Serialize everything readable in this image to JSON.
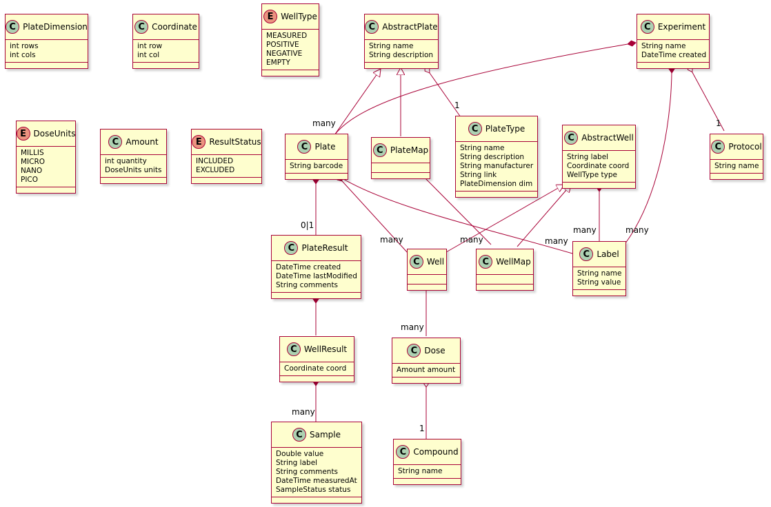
{
  "classes": {
    "PlateDimension": {
      "name": "PlateDimension",
      "stereotype": "C",
      "attributes": [
        "int rows",
        "int cols"
      ]
    },
    "Coordinate": {
      "name": "Coordinate",
      "stereotype": "C",
      "attributes": [
        "int row",
        "int col"
      ]
    },
    "WellType": {
      "name": "WellType",
      "stereotype": "E",
      "attributes": [
        "MEASURED",
        "POSITIVE",
        "NEGATIVE",
        "EMPTY"
      ]
    },
    "AbstractPlate": {
      "name": "AbstractPlate",
      "stereotype": "C",
      "attributes": [
        "String name",
        "String description"
      ]
    },
    "Experiment": {
      "name": "Experiment",
      "stereotype": "C",
      "attributes": [
        "String name",
        "DateTime created"
      ]
    },
    "DoseUnits": {
      "name": "DoseUnits",
      "stereotype": "E",
      "attributes": [
        "MILLIS",
        "MICRO",
        "NANO",
        "PICO"
      ]
    },
    "Amount": {
      "name": "Amount",
      "stereotype": "C",
      "attributes": [
        "int quantity",
        "DoseUnits units"
      ]
    },
    "ResultStatus": {
      "name": "ResultStatus",
      "stereotype": "E",
      "attributes": [
        "INCLUDED",
        "EXCLUDED"
      ]
    },
    "Plate": {
      "name": "Plate",
      "stereotype": "C",
      "attributes": [
        "String barcode"
      ]
    },
    "PlateMap": {
      "name": "PlateMap",
      "stereotype": "C",
      "attributes": []
    },
    "PlateType": {
      "name": "PlateType",
      "stereotype": "C",
      "attributes": [
        "String name",
        "String description",
        "String manufacturer",
        "String link",
        "PlateDimension dim"
      ]
    },
    "AbstractWell": {
      "name": "AbstractWell",
      "stereotype": "C",
      "attributes": [
        "String label",
        "Coordinate coord",
        "WellType type"
      ]
    },
    "Protocol": {
      "name": "Protocol",
      "stereotype": "C",
      "attributes": [
        "String name"
      ]
    },
    "PlateResult": {
      "name": "PlateResult",
      "stereotype": "C",
      "attributes": [
        "DateTime created",
        "DateTime lastModified",
        "String comments"
      ]
    },
    "Well": {
      "name": "Well",
      "stereotype": "C",
      "attributes": []
    },
    "WellMap": {
      "name": "WellMap",
      "stereotype": "C",
      "attributes": []
    },
    "Label": {
      "name": "Label",
      "stereotype": "C",
      "attributes": [
        "String name",
        "String value"
      ]
    },
    "WellResult": {
      "name": "WellResult",
      "stereotype": "C",
      "attributes": [
        "Coordinate coord"
      ]
    },
    "Dose": {
      "name": "Dose",
      "stereotype": "C",
      "attributes": [
        "Amount amount"
      ]
    },
    "Sample": {
      "name": "Sample",
      "stereotype": "C",
      "attributes": [
        "Double value",
        "String label",
        "String comments",
        "DateTime measuredAt",
        "SampleStatus status"
      ]
    },
    "Compound": {
      "name": "Compound",
      "stereotype": "C",
      "attributes": [
        "String name"
      ]
    }
  },
  "relations": [
    {
      "from": "AbstractPlate",
      "to": "Plate",
      "kind": "generalization"
    },
    {
      "from": "AbstractPlate",
      "to": "PlateMap",
      "kind": "generalization"
    },
    {
      "from": "AbstractPlate",
      "to": "PlateType",
      "kind": "aggregation",
      "to_multiplicity": "1"
    },
    {
      "from": "Experiment",
      "to": "Plate",
      "kind": "composition",
      "to_multiplicity": "many"
    },
    {
      "from": "Experiment",
      "to": "Label",
      "kind": "composition",
      "to_multiplicity": "many"
    },
    {
      "from": "Experiment",
      "to": "Protocol",
      "kind": "aggregation",
      "to_multiplicity": "1"
    },
    {
      "from": "Plate",
      "to": "PlateResult",
      "kind": "composition",
      "to_multiplicity": "0|1"
    },
    {
      "from": "Plate",
      "to": "Well",
      "kind": "composition",
      "to_multiplicity": "many"
    },
    {
      "from": "Plate",
      "to": "Label",
      "kind": "composition",
      "to_multiplicity": "many"
    },
    {
      "from": "PlateMap",
      "to": "WellMap",
      "kind": "composition",
      "to_multiplicity": "many"
    },
    {
      "from": "AbstractWell",
      "to": "Well",
      "kind": "generalization"
    },
    {
      "from": "AbstractWell",
      "to": "WellMap",
      "kind": "generalization"
    },
    {
      "from": "AbstractWell",
      "to": "Label",
      "kind": "composition",
      "to_multiplicity": "many"
    },
    {
      "from": "PlateResult",
      "to": "WellResult",
      "kind": "composition"
    },
    {
      "from": "WellResult",
      "to": "Sample",
      "kind": "composition",
      "to_multiplicity": "many"
    },
    {
      "from": "Well",
      "to": "Dose",
      "kind": "composition",
      "to_multiplicity": "many"
    },
    {
      "from": "Dose",
      "to": "Compound",
      "kind": "aggregation",
      "to_multiplicity": "1"
    }
  ],
  "colors": {
    "class_fill": "#FEFECE",
    "border": "#A80036",
    "class_badge": "#ADD1B2",
    "enum_badge": "#EB937F"
  }
}
